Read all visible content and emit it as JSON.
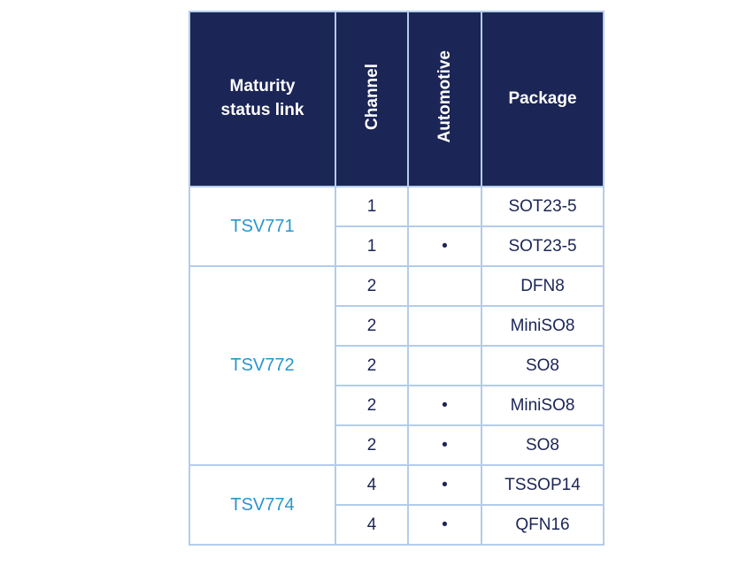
{
  "table": {
    "columns": [
      {
        "label": "Maturity status link"
      },
      {
        "label": "Channel"
      },
      {
        "label": "Automotive"
      },
      {
        "label": "Package"
      }
    ],
    "groups": [
      {
        "part": "TSV771",
        "rows": [
          {
            "channel": "1",
            "automotive": "",
            "package": "SOT23-5"
          },
          {
            "channel": "1",
            "automotive": "•",
            "package": "SOT23-5"
          }
        ]
      },
      {
        "part": "TSV772",
        "rows": [
          {
            "channel": "2",
            "automotive": "",
            "package": "DFN8"
          },
          {
            "channel": "2",
            "automotive": "",
            "package": "MiniSO8"
          },
          {
            "channel": "2",
            "automotive": "",
            "package": "SO8"
          },
          {
            "channel": "2",
            "automotive": "•",
            "package": "MiniSO8"
          },
          {
            "channel": "2",
            "automotive": "•",
            "package": "SO8"
          }
        ]
      },
      {
        "part": "TSV774",
        "rows": [
          {
            "channel": "4",
            "automotive": "•",
            "package": "TSSOP14"
          },
          {
            "channel": "4",
            "automotive": "•",
            "package": "QFN16"
          }
        ]
      }
    ],
    "colors": {
      "header_bg": "#1b2556",
      "header_text": "#ffffff",
      "border": "#b3cceb",
      "body_text": "#1b2556",
      "link": "#2896cd"
    }
  }
}
